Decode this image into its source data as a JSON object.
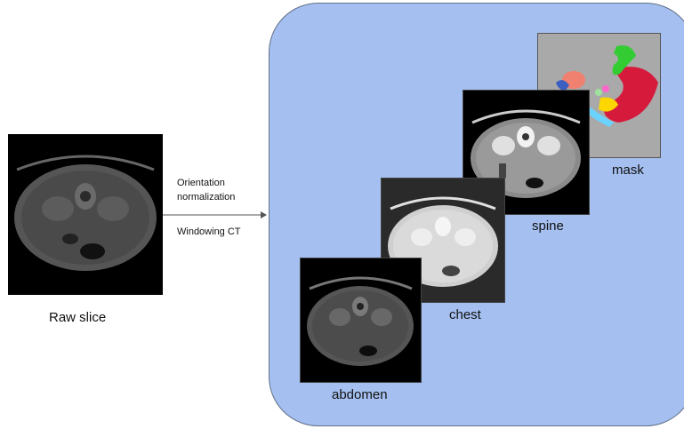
{
  "raw": {
    "label": "Raw slice"
  },
  "arrow": {
    "line1": "Orientation",
    "line2": "normalization",
    "line3": "Windowing CT"
  },
  "windows": [
    {
      "name": "abdomen",
      "label": "abdomen"
    },
    {
      "name": "chest",
      "label": "chest"
    },
    {
      "name": "spine",
      "label": "spine"
    }
  ],
  "mask": {
    "label": "mask"
  },
  "colors": {
    "panel": "#a5c0f0",
    "mask_bg": "#a9a9a9",
    "liver": "#d61a3c",
    "stomach": "#33cc33",
    "spleen": "#f08070",
    "pancreas": "#ffd700",
    "kidney": "#3b5fc0",
    "aorta": "#6ad3ff"
  }
}
